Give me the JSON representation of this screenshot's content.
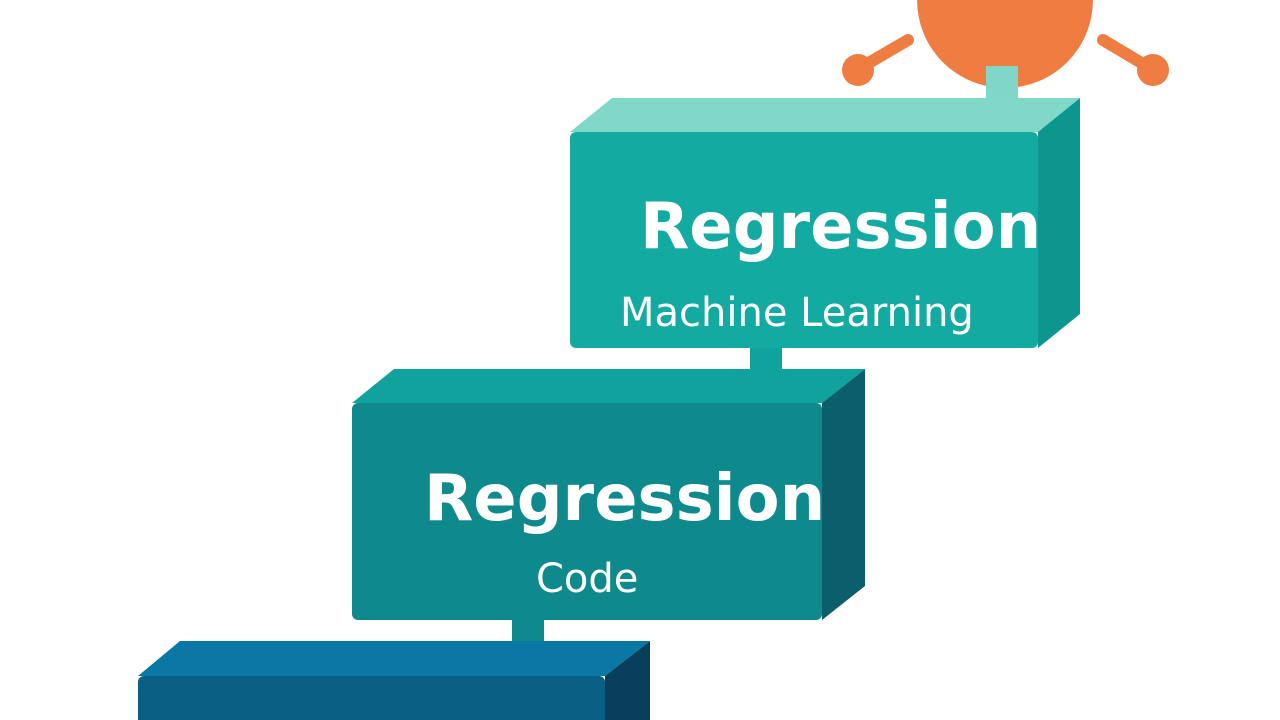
{
  "diagram": {
    "type": "staircase-blocks",
    "colors": {
      "background": "#ffffff",
      "orange": "#ef7d42",
      "connector_light": "#7fd6c9",
      "block_top": {
        "front": "#13aaa1",
        "top": "#80d8c9",
        "side": "#0d968e"
      },
      "block_middle": {
        "front": "#0e8a8c",
        "top": "#10a39d",
        "side": "#0b5f6d"
      },
      "block_bottom": {
        "front": "#0a5f85",
        "top": "#0b77a5",
        "side": "#093f5c"
      }
    },
    "blocks": [
      {
        "id": "top",
        "title": "Regression",
        "subtitle": "Machine Learning"
      },
      {
        "id": "middle",
        "title": "Regression",
        "subtitle": "Code"
      },
      {
        "id": "bottom",
        "title": "",
        "subtitle": ""
      }
    ],
    "icon": {
      "name": "orange-node-icon"
    }
  }
}
